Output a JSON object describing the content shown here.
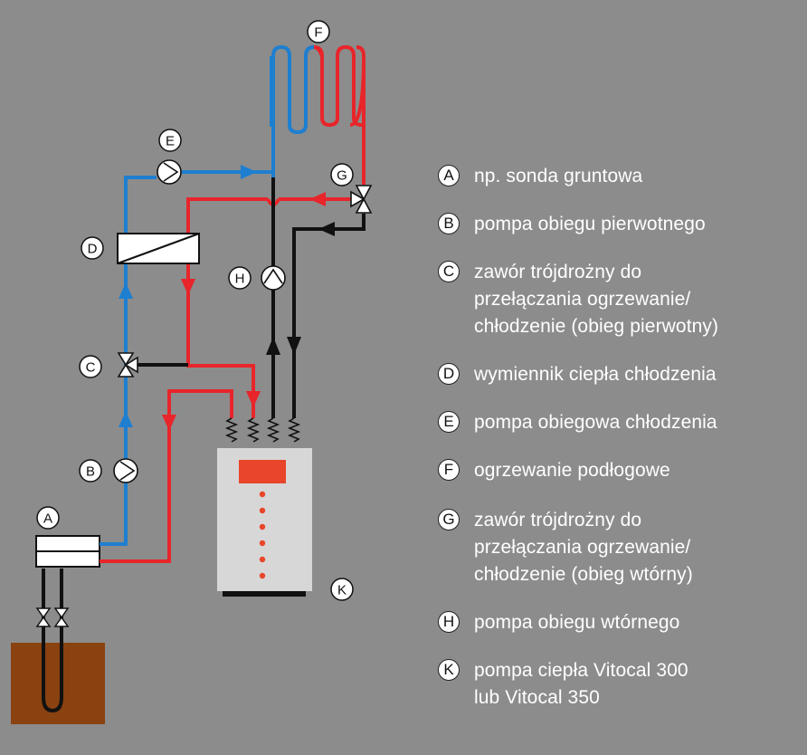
{
  "colors": {
    "background": "#8c8c8c",
    "flow_hot": "#e8252a",
    "flow_cold": "#1e7fd0",
    "line_black": "#111111",
    "ground": "#8a4210",
    "unit_body": "#d7d7d7",
    "display": "#e8452a"
  },
  "diagram": {
    "labels": {
      "A": "A",
      "B": "B",
      "C": "C",
      "D": "D",
      "E": "E",
      "F": "F",
      "G": "G",
      "H": "H",
      "K": "K"
    }
  },
  "legend": [
    {
      "letter": "A",
      "text": "np. sonda gruntowa"
    },
    {
      "letter": "B",
      "text": "pompa obiegu pierwotnego"
    },
    {
      "letter": "C",
      "text": "zawór trójdrożny do\nprzełączania ogrzewanie/\nchłodzenie (obieg pierwotny)"
    },
    {
      "letter": "D",
      "text": "wymiennik ciepła chłodzenia"
    },
    {
      "letter": "E",
      "text": "pompa obiegowa chłodzenia"
    },
    {
      "letter": "F",
      "text": "ogrzewanie podłogowe"
    },
    {
      "letter": "G",
      "text": "zawór trójdrożny do\nprzełączania ogrzewanie/\nchłodzenie (obieg wtórny)"
    },
    {
      "letter": "H",
      "text": "pompa obiegu wtórnego"
    },
    {
      "letter": "K",
      "text": "pompa ciepła Vitocal 300\nlub Vitocal 350"
    }
  ]
}
